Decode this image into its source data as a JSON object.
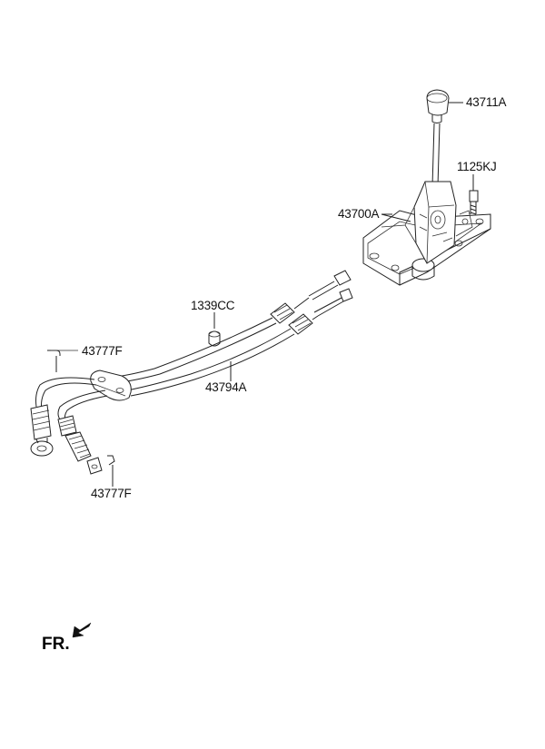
{
  "parts": {
    "knob": "43711A",
    "bolt": "1125KJ",
    "shifter_assembly": "43700A",
    "grommet": "1339CC",
    "cable_assembly": "43794A",
    "clip_upper": "43777F",
    "clip_lower": "43777F"
  },
  "front_indicator": "FR.",
  "colors": {
    "line": "#222222",
    "background": "#ffffff"
  }
}
